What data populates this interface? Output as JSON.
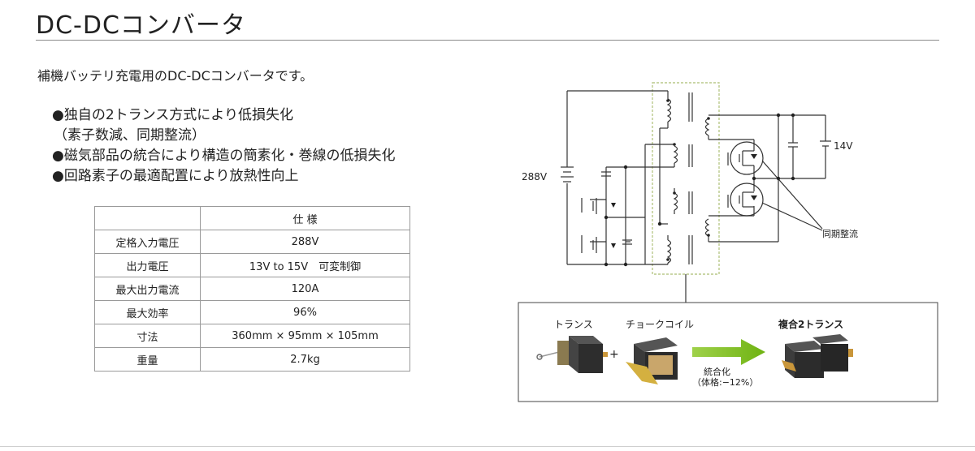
{
  "title": "DC-DCコンバータ",
  "subtitle": "補機バッテリ充電用のDC-DCコンバータです。",
  "features": [
    {
      "text": "●独自の2トランス方式により低損失化",
      "note": "（素子数減、同期整流）"
    },
    {
      "text": "●磁気部品の統合により構造の簡素化・巻線の低損失化",
      "note": ""
    },
    {
      "text": "●回路素子の最適配置により放熱性向上",
      "note": ""
    }
  ],
  "spec_table": {
    "header": "仕 様",
    "rows": [
      {
        "label": "定格入力電圧",
        "value": "288V"
      },
      {
        "label": "出力電圧",
        "value": "13V to 15V　可変制御"
      },
      {
        "label": "最大出力電流",
        "value": "120A"
      },
      {
        "label": "最大効率",
        "value": "96%"
      },
      {
        "label": "寸法",
        "value": "360mm × 95mm × 105mm"
      },
      {
        "label": "重量",
        "value": "2.7kg"
      }
    ]
  },
  "circuit": {
    "input_voltage_label": "288V",
    "output_voltage_label": "14V",
    "sync_rect_label": "同期整流"
  },
  "integration_box": {
    "transformer_label": "トランス",
    "plus_sign": "+",
    "choke_label": "チョークコイル",
    "arrow_label": "統合化",
    "arrow_sublabel": "（体格:−12%）",
    "result_label": "複合2トランス"
  },
  "colors": {
    "dashed_box": "#b9c98a",
    "arrow_green": "#7fc41c",
    "component_dark": "#333333",
    "copper": "#c9963a"
  }
}
